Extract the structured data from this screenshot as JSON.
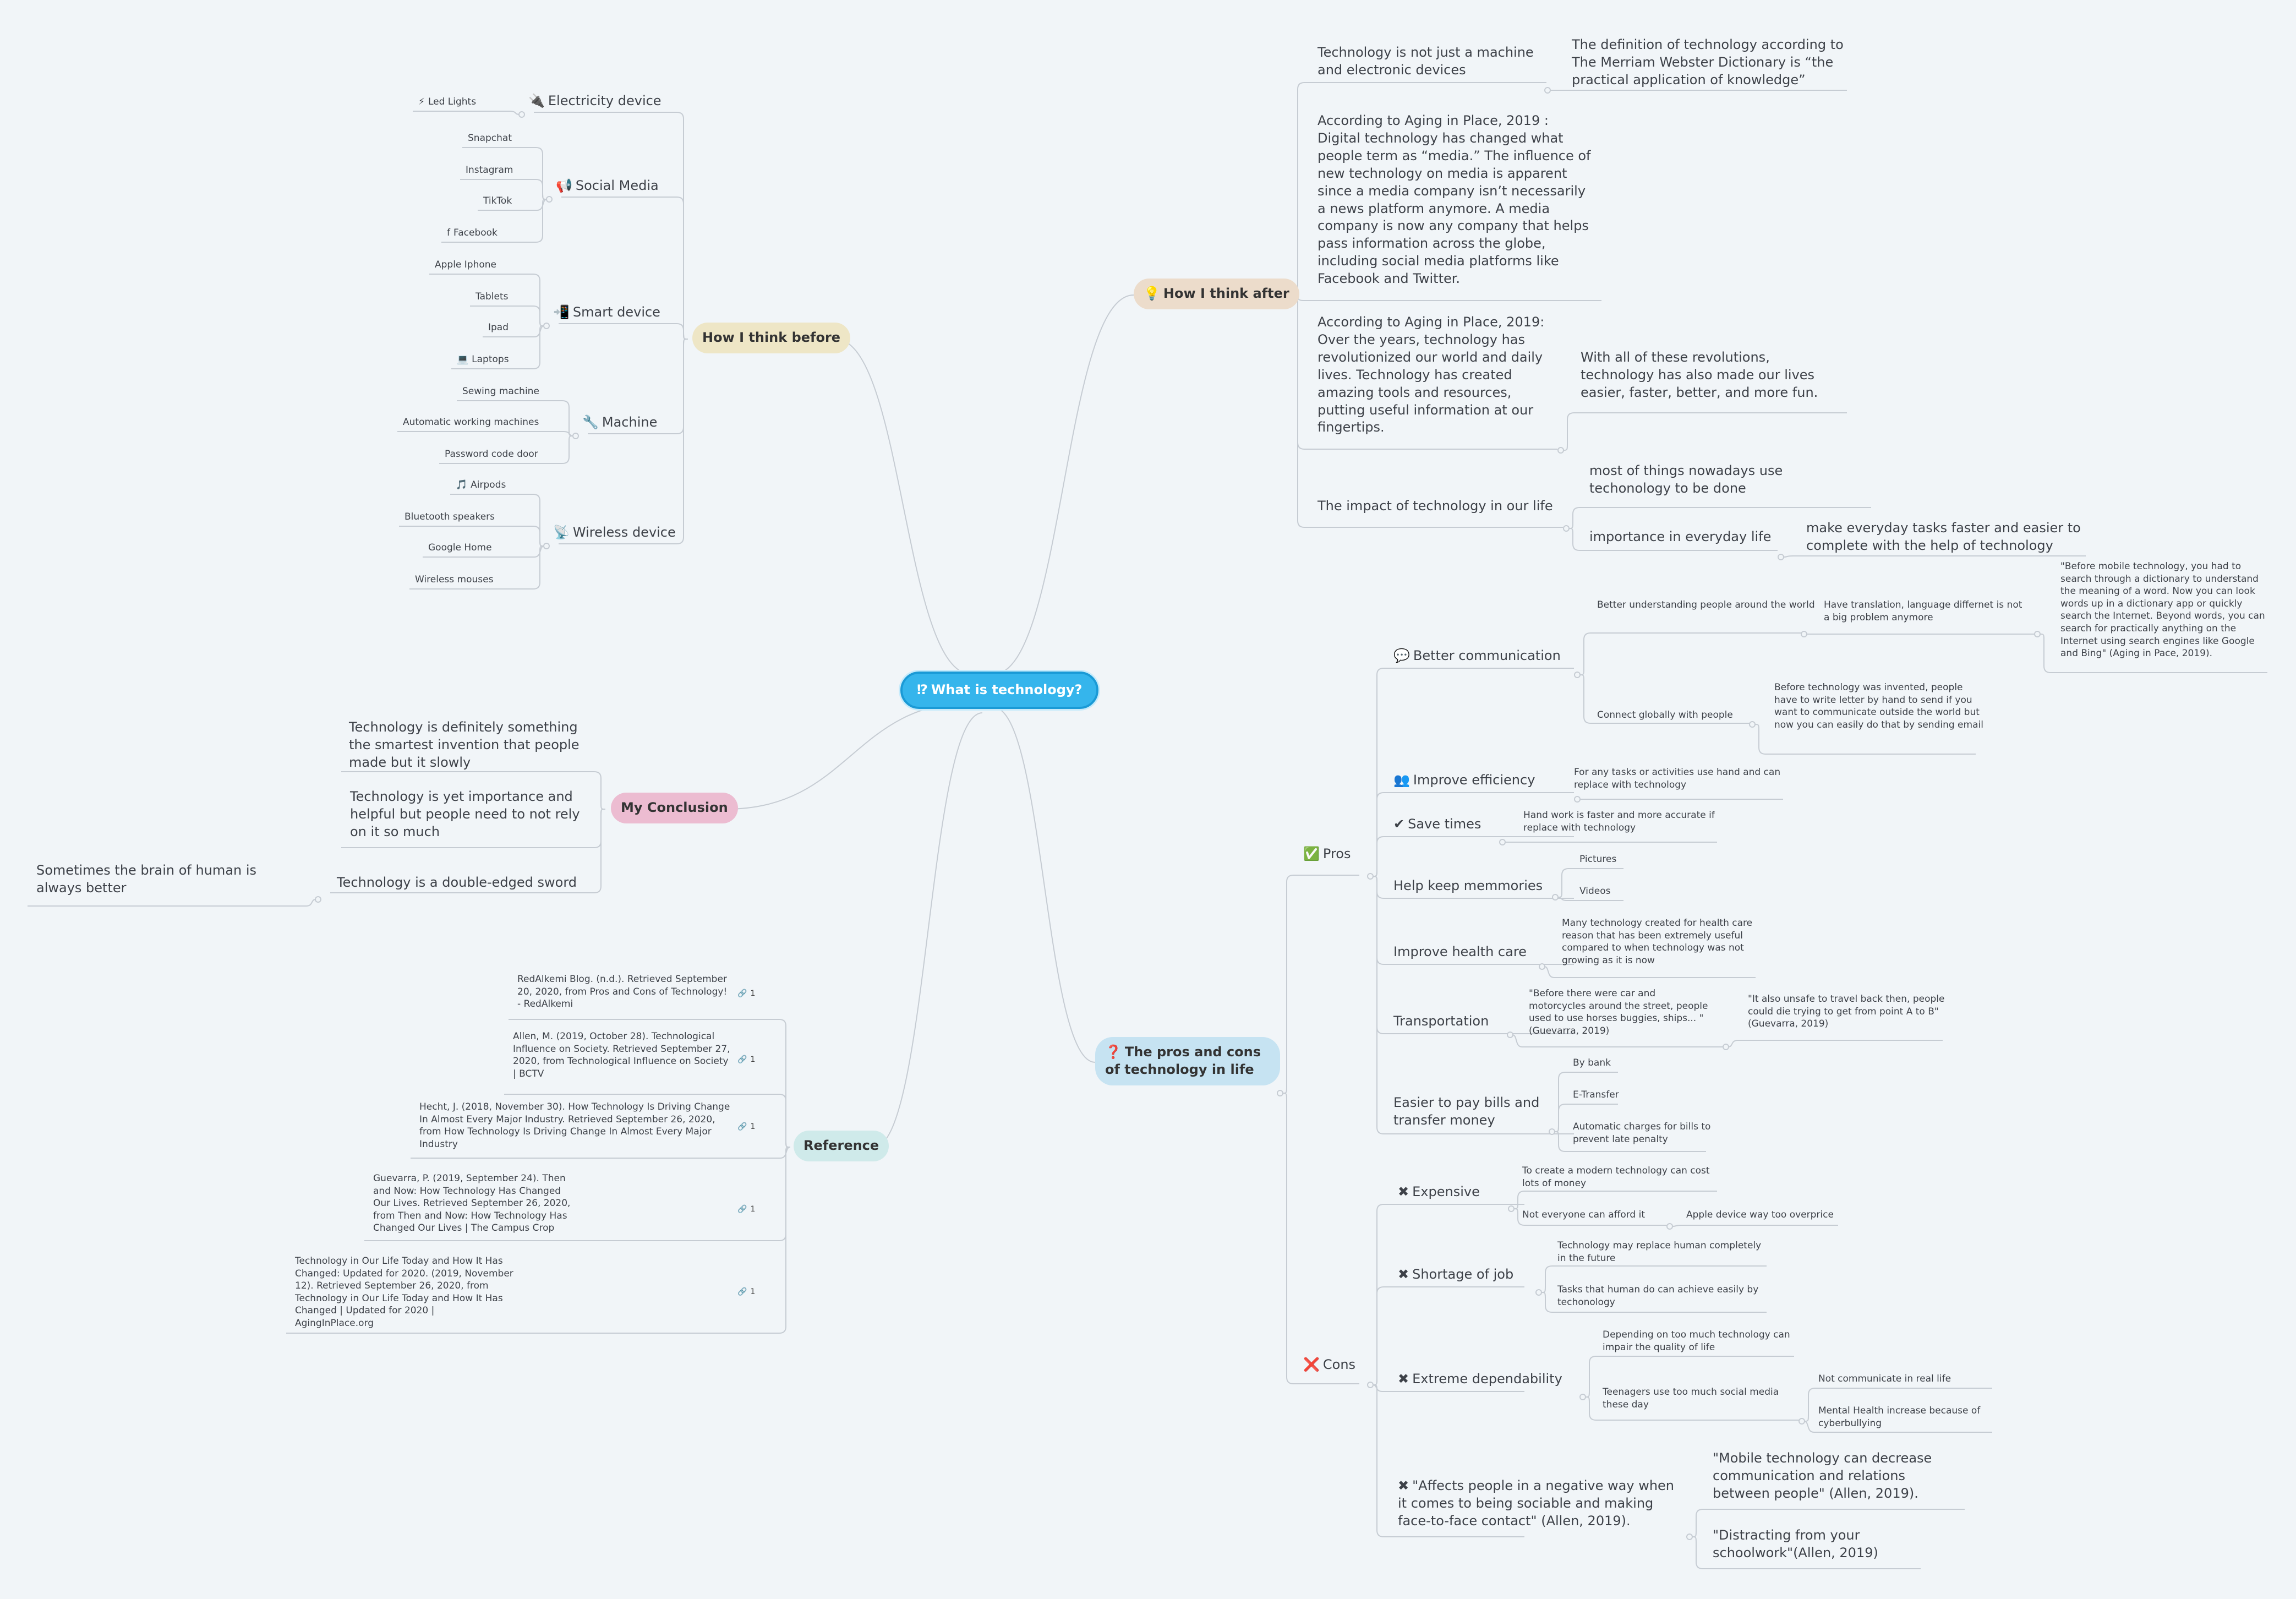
{
  "central": {
    "icon": "⁉",
    "label": "What is technology?"
  },
  "before": {
    "label": "How I think before",
    "color": "#eee6c6",
    "categories": [
      {
        "icon": "🔌",
        "label": "Electricity device",
        "items": [
          {
            "icon": "⚡",
            "label": "Led Lights"
          }
        ]
      },
      {
        "icon": "📢",
        "label": "Social Media",
        "items": [
          {
            "label": "Snapchat"
          },
          {
            "label": "Instagram"
          },
          {
            "label": "TikTok"
          },
          {
            "icon": "f",
            "label": "Facebook"
          }
        ]
      },
      {
        "icon": "📲",
        "label": "Smart device",
        "items": [
          {
            "icon": "",
            "label": "Apple Iphone"
          },
          {
            "label": "Tablets"
          },
          {
            "label": "Ipad"
          },
          {
            "icon": "💻",
            "label": "Laptops"
          }
        ]
      },
      {
        "icon": "🔧",
        "label": "Machine",
        "items": [
          {
            "label": "Sewing machine"
          },
          {
            "label": "Automatic working machines"
          },
          {
            "label": "Password code door"
          }
        ]
      },
      {
        "icon": "📡",
        "label": "Wireless device",
        "items": [
          {
            "icon": "🎵",
            "label": "Airpods"
          },
          {
            "label": "Bluetooth speakers"
          },
          {
            "label": "Google Home"
          },
          {
            "label": "Wireless mouses"
          }
        ]
      }
    ]
  },
  "conclusion": {
    "label": "My Conclusion",
    "color": "#ecbcd1",
    "items": [
      "Technology is definitely something the smartest invention that people made but it slowly",
      "Technology is yet importance and helpful but people need to not rely on it so much",
      "Technology is a double-edged sword"
    ],
    "sub": "Sometimes the brain of human is always better"
  },
  "reference": {
    "label": "Reference",
    "color": "#cfeaea",
    "link_icon": "🔗",
    "items": [
      {
        "text": "RedAlkemi Blog. (n.d.). Retrieved September 20, 2020, from Pros and Cons of Technology! - RedAlkemi",
        "count": "1"
      },
      {
        "text": "Allen, M. (2019, October 28). Technological Influence on Society. Retrieved September 27, 2020, from Technological Influence on Society | BCTV",
        "count": "1"
      },
      {
        "text": "Hecht, J. (2018, November 30). How Technology Is Driving Change In Almost Every Major Industry. Retrieved September 26, 2020, from How Technology Is Driving Change In Almost Every Major Industry",
        "count": "1"
      },
      {
        "text": "Guevarra, P. (2019, September 24). Then and Now: How Technology Has Changed Our Lives. Retrieved September 26, 2020, from Then and Now: How Technology Has Changed Our Lives | The Campus Crop",
        "count": "1"
      },
      {
        "text": "Technology in Our Life Today and How It Has Changed: Updated for 2020. (2019, November 12). Retrieved September 26, 2020, from Technology in Our Life Today and How It Has Changed | Updated for 2020 | AgingInPlace.org",
        "count": "1"
      }
    ]
  },
  "after": {
    "icon": "💡",
    "label": "How I think after",
    "color": "#ecdccb",
    "items": [
      {
        "text": "Technology is not just a machine and electronic devices",
        "sub": "The definition of technology according to The Merriam Webster Dictionary is “the practical application of knowledge”"
      },
      {
        "text": "According to Aging in Place, 2019 : Digital technology has changed what people term as “media.” The influence of new technology on media is apparent since a media company isn’t necessarily a news platform anymore. A media company is now any company that helps pass information across the globe, including social media platforms like Facebook and Twitter."
      },
      {
        "text": "According to Aging in Place, 2019: Over the years, technology has revolutionized our world and daily lives. Technology has created amazing tools and resources, putting useful information at our fingertips.",
        "sub": "With all of these revolutions, technology has also made our lives easier, faster, better, and more fun."
      },
      {
        "text": "The impact of technology in our life",
        "children": [
          {
            "text": "most of things nowadays use techonology to be done"
          },
          {
            "text": "importance in everyday life",
            "sub": "make everyday tasks faster and easier to complete with the help of technology"
          }
        ]
      }
    ]
  },
  "proscons": {
    "icon": "❓",
    "label": "The pros and cons of technology in life",
    "color": "#c6e3f2",
    "pros": {
      "icon": "✅",
      "label": "Pros",
      "items": [
        {
          "icon": "💬",
          "label": "Better communication",
          "children": [
            {
              "text": "Better understanding people around the world",
              "sub": "Have translation, language differnet is not a big problem anymore",
              "subsub": "\"Before mobile technology, you had to search through a dictionary to understand the meaning of a word. Now you can look words up in a dictionary app or quickly search the Internet. Beyond words, you can search for practically anything on the Internet using search engines like Google and Bing\" (Aging in Pace, 2019)."
            },
            {
              "text": "Connect globally with people",
              "sub": "Before technology was invented, people have to write letter by hand to send if you want to communicate outside the world but now you can easily do that by sending email"
            }
          ]
        },
        {
          "icon": "👥",
          "label": "Improve efficiency",
          "children": [
            {
              "text": "For any tasks or activities use hand and can replace with technology"
            }
          ]
        },
        {
          "icon": "✔",
          "label": "Save times",
          "children": [
            {
              "text": "Hand work is faster and more accurate if replace with technology"
            }
          ]
        },
        {
          "label": "Help keep memmories",
          "children": [
            {
              "text": "Pictures"
            },
            {
              "text": "Videos"
            }
          ]
        },
        {
          "label": "Improve health care",
          "children": [
            {
              "text": "Many technology created for health care reason that has been extremely useful compared to when technology was not growing as it is now"
            }
          ]
        },
        {
          "label": "Transportation",
          "children": [
            {
              "text": "\"Before there were car and motorcycles around the street, people used to use horses buggies, ships... \"(Guevarra, 2019)",
              "sub": "\"It also unsafe to travel back then, people could die trying to get from point A to B\" (Guevarra, 2019)"
            }
          ]
        },
        {
          "label": "Easier to pay bills and transfer money",
          "children": [
            {
              "text": "By bank"
            },
            {
              "text": "E-Transfer"
            },
            {
              "text": "Automatic charges for bills to prevent late penalty"
            }
          ]
        }
      ]
    },
    "cons": {
      "icon": "❌",
      "label": "Cons",
      "items": [
        {
          "icon": "✖",
          "label": "Expensive",
          "children": [
            {
              "text": "To create a modern technology can cost lots of money"
            },
            {
              "text": "Not everyone can afford it",
              "sub": "Apple device way too overprice"
            }
          ]
        },
        {
          "icon": "✖",
          "label": "Shortage of job",
          "children": [
            {
              "text": "Technology may replace human completely in the future"
            },
            {
              "text": "Tasks that human do can achieve easily by techonology"
            }
          ]
        },
        {
          "icon": "✖",
          "label": "Extreme dependability",
          "children": [
            {
              "text": "Depending on too much technology can impair the quality of life"
            },
            {
              "text": "Teenagers use too much social media these day",
              "subs": [
                "Not communicate in real life",
                "Mental Health increase because of cyberbullying"
              ]
            }
          ]
        },
        {
          "icon": "✖",
          "label": "\"Affects people in a negative way when it comes to being sociable and making face-to-face contact\" (Allen, 2019).",
          "children": [
            {
              "text": "\"Mobile technology can decrease communication and relations between people\" (Allen, 2019)."
            },
            {
              "text": "\"Distracting from your schoolwork\"(Allen, 2019)"
            }
          ]
        }
      ]
    }
  }
}
